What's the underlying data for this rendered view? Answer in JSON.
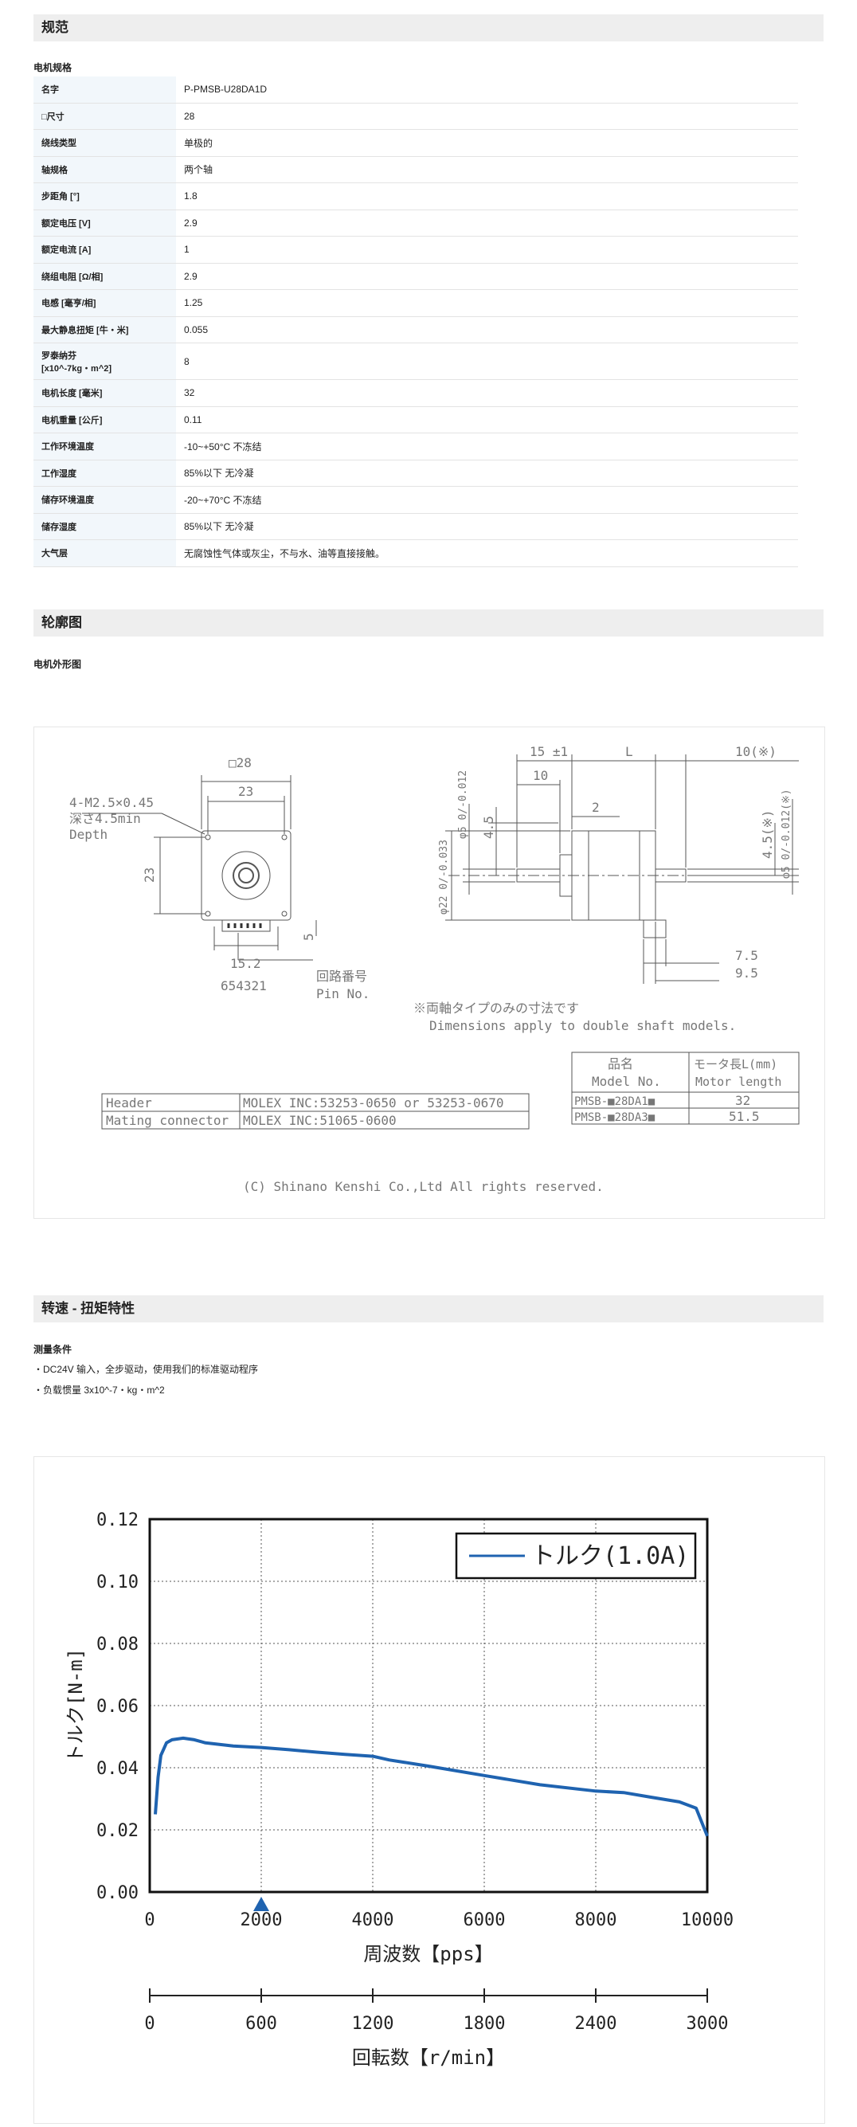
{
  "spec": {
    "title": "规范",
    "subtitle": "电机规格",
    "rows": [
      {
        "key": "名字",
        "value": "P-PMSB-U28DA1D"
      },
      {
        "key": "□尺寸",
        "value": "28"
      },
      {
        "key": "绕线类型",
        "value": "单极的"
      },
      {
        "key": "轴规格",
        "value": "两个轴"
      },
      {
        "key": "步距角 [°]",
        "value": "1.8"
      },
      {
        "key": "额定电压 [V]",
        "value": "2.9"
      },
      {
        "key": "额定电流 [A]",
        "value": "1"
      },
      {
        "key": "绕组电阻 [Ω/相]",
        "value": "2.9"
      },
      {
        "key": "电感 [毫亨/相]",
        "value": "1.25"
      },
      {
        "key": "最大静息扭矩 [牛・米]",
        "value": "0.055"
      },
      {
        "key": "罗泰纳芬\n[x10^-7kg・m^2]",
        "value": "8"
      },
      {
        "key": "电机长度 [毫米]",
        "value": "32"
      },
      {
        "key": "电机重量 [公斤]",
        "value": "0.11"
      },
      {
        "key": "工作环境温度",
        "value": "-10~+50°C 不冻结"
      },
      {
        "key": "工作湿度",
        "value": "85%以下 无冷凝"
      },
      {
        "key": "储存环境温度",
        "value": "-20~+70°C 不冻结"
      },
      {
        "key": "储存湿度",
        "value": "85%以下 无冷凝"
      },
      {
        "key": "大气层",
        "value": "无腐蚀性气体或灰尘，不与水、油等直接接触。"
      }
    ]
  },
  "outline": {
    "title": "轮廓图",
    "subtitle": "电机外形图",
    "drawing": {
      "dim_square": "□28",
      "dim_23_top": "23",
      "dim_23_left": "23",
      "screw_line1": "4-M2.5×0.45",
      "screw_line2": "深さ4.5min",
      "screw_line3": "Depth",
      "dim_5": "5",
      "dim_15_2": "15.2",
      "pin_seq": "654321",
      "pin_label_jp": "回路番号",
      "pin_label_en": "Pin No.",
      "dim_15_pm1": "15 ±1",
      "dim_L": "L",
      "dim_10_star": "10(※)",
      "dim_10": "10",
      "dim_2": "2",
      "dim_phi5": "φ5 0/-0.012",
      "dim_4_5": "4.5",
      "dim_phi22": "φ22 0/-0.033",
      "dim_4_5_star": "4.5(※)",
      "dim_phi5_star": "φ5 0/-0.012(※)",
      "dim_7_5": "7.5",
      "dim_9_5": "9.5",
      "note_jp": "※両軸タイプのみの寸法です",
      "note_en": "Dimensions apply to double shaft models.",
      "model_head_jp": "品名",
      "model_head_en": "Model No.",
      "length_head_jp": "モータ長L(mm)",
      "length_head_en": "Motor length",
      "models": [
        {
          "name": "PMSB-■28DA1■",
          "length": "32"
        },
        {
          "name": "PMSB-■28DA3■",
          "length": "51.5"
        }
      ],
      "connector": [
        {
          "label": "Header",
          "value": "MOLEX INC:53253-0650 or 53253-0670"
        },
        {
          "label": "Mating connector",
          "value": "MOLEX INC:51065-0600"
        }
      ],
      "copyright": "(C) Shinano Kenshi Co.,Ltd All rights reserved."
    }
  },
  "torque": {
    "title": "转速 - 扭矩特性",
    "conditions_title": "测量条件",
    "conditions": [
      "・DC24V 输入，全步驱动，使用我们的标准驱动程序",
      "・负载惯量 3x10^-7・kg・m^2"
    ]
  },
  "chart_data": {
    "type": "line",
    "legend": "トルク(1.0A)",
    "legend_position": "top-right",
    "xlabel": "周波数【pps】",
    "ylabel": "トルク[N-m]",
    "xlim": [
      0,
      10000
    ],
    "ylim": [
      0,
      0.12
    ],
    "grid": true,
    "x_ticks": [
      "0",
      "2000",
      "4000",
      "6000",
      "8000",
      "10000"
    ],
    "y_ticks": [
      "0.00",
      "0.02",
      "0.04",
      "0.06",
      "0.08",
      "0.10",
      "0.12"
    ],
    "secondary_axis": {
      "label": "回転数【r/min】",
      "ticks": [
        "0",
        "600",
        "1200",
        "1800",
        "2400",
        "3000"
      ],
      "range": [
        0,
        3000
      ]
    },
    "marker_x": 2000,
    "line_color": "#1f63b0",
    "series": [
      {
        "name": "トルク(1.0A)",
        "x": [
          100,
          150,
          200,
          300,
          400,
          600,
          800,
          1000,
          1500,
          2000,
          2500,
          3000,
          3500,
          4000,
          4300,
          5000,
          6000,
          7000,
          8000,
          8500,
          9000,
          9500,
          9800,
          10000
        ],
        "y": [
          0.025,
          0.037,
          0.044,
          0.048,
          0.049,
          0.0495,
          0.049,
          0.048,
          0.047,
          0.0465,
          0.0458,
          0.045,
          0.0443,
          0.0437,
          0.0425,
          0.0405,
          0.0375,
          0.0345,
          0.0325,
          0.032,
          0.0305,
          0.029,
          0.027,
          0.018
        ]
      }
    ]
  }
}
